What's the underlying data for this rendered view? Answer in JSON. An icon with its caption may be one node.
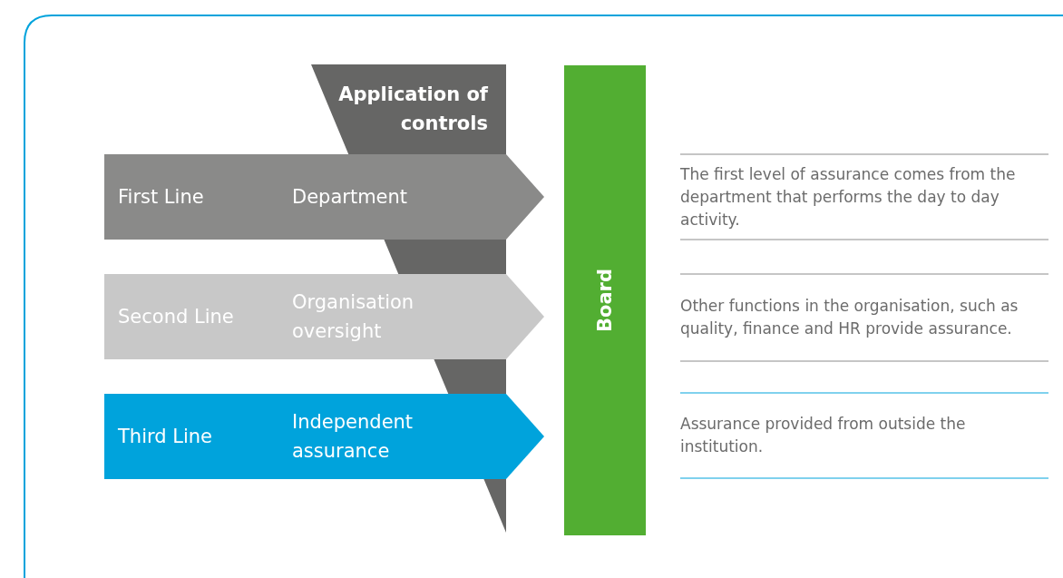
{
  "diagram": {
    "nodes": [
      {
        "text": [
          "Application of controls"
        ]
      },
      {
        "text": [
          "First Line",
          "Department"
        ]
      },
      {
        "text": [
          "Second Line",
          "Organisation oversight"
        ]
      },
      {
        "text": [
          "Third Line",
          "Independent assurance"
        ]
      },
      {
        "text": [
          "Board"
        ]
      }
    ],
    "labels": [
      "The first level of assurance comes from the department that performs the day to day activity.",
      "Other functions in the organisation, such as quality, finance and HR provide assurance.",
      "Assurance provided from outside the institution."
    ]
  }
}
